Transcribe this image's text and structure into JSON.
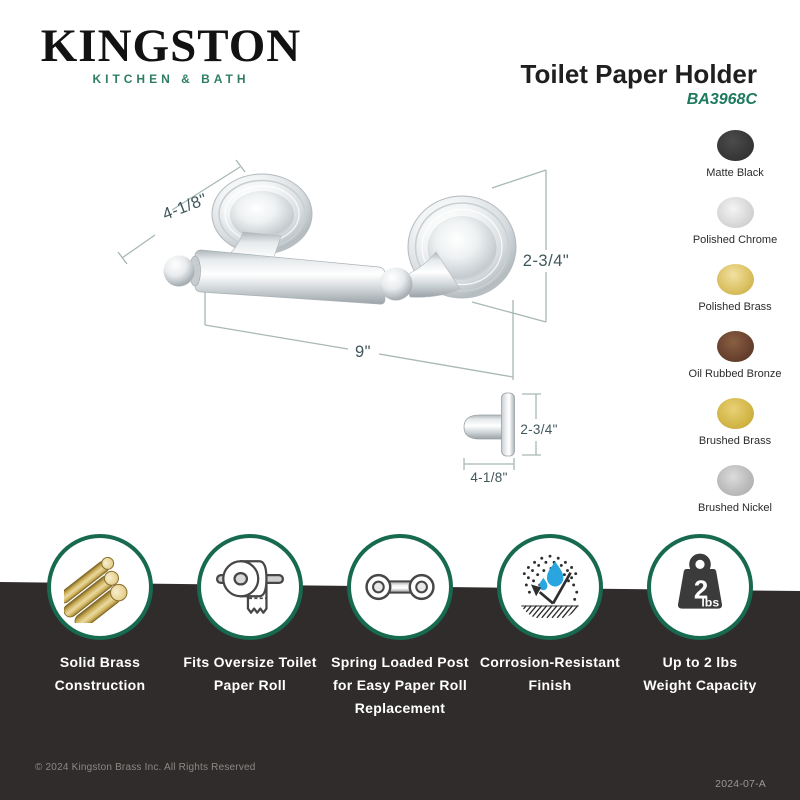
{
  "brand": {
    "name": "KINGSTON",
    "tagline": "KITCHEN & BATH"
  },
  "product": {
    "title": "Toilet Paper Holder",
    "model": "BA3968C"
  },
  "finishes": [
    {
      "name": "Matte Black",
      "color": "#3B3B3B"
    },
    {
      "name": "Polished Chrome",
      "color": "#D6D6D6"
    },
    {
      "name": "Polished Brass",
      "color": "#DCC265"
    },
    {
      "name": "Oil Rubbed Bronze",
      "color": "#6B4430"
    },
    {
      "name": "Brushed Brass",
      "color": "#D4B84A"
    },
    {
      "name": "Brushed Nickel",
      "color": "#B5B5B5"
    }
  ],
  "dimensions": {
    "front_width": "4-1/8\"",
    "front_height": "2-3/4\"",
    "front_length": "9\"",
    "side_height": "2-3/4\"",
    "side_depth": "4-1/8\""
  },
  "features": [
    {
      "icon": "brass-rods-icon",
      "lines": [
        "Solid Brass",
        "Construction"
      ]
    },
    {
      "icon": "toilet-paper-roll-icon",
      "lines": [
        "Fits Oversize Toilet",
        "Paper Roll"
      ]
    },
    {
      "icon": "spring-post-icon",
      "lines": [
        "Spring Loaded Post",
        "for Easy Paper Roll",
        "Replacement"
      ]
    },
    {
      "icon": "corrosion-resistant-icon",
      "lines": [
        "Corrosion-Resistant",
        "Finish"
      ]
    },
    {
      "icon": "weight-capacity-icon",
      "lines": [
        "Up to 2 lbs",
        "Weight Capacity"
      ]
    }
  ],
  "weight_icon": {
    "value": "2",
    "unit": "lbs"
  },
  "footer": {
    "copyright": "© 2024 Kingston Brass Inc. All Rights Reserved",
    "revision": "2024-07-A"
  },
  "colors": {
    "brand_green": "#2E7D64",
    "model_green": "#1D7A5F",
    "badge_ring_green": "#17694F",
    "dark_background": "#302C2B",
    "dimension_text": "#40565B",
    "water_drop_blue": "#29A6E0"
  }
}
